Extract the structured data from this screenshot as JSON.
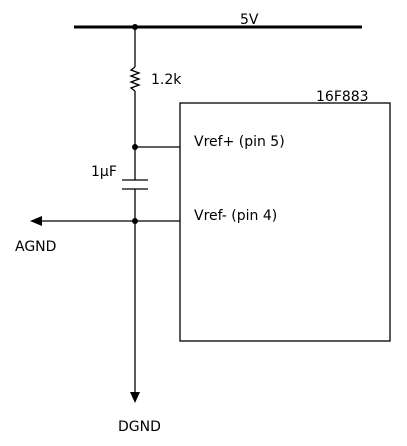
{
  "supply_label": "5V",
  "resistor_label": "1.2k",
  "capacitor_label": "1µF",
  "chip_label": "16F883",
  "pin_vref_plus_label": "Vref+ (pin 5)",
  "pin_vref_minus_label": "Vref- (pin 4)",
  "analog_ground_label": "AGND",
  "digital_ground_label": "DGND",
  "colors": {
    "ink": "#000000",
    "background": "#ffffff"
  }
}
